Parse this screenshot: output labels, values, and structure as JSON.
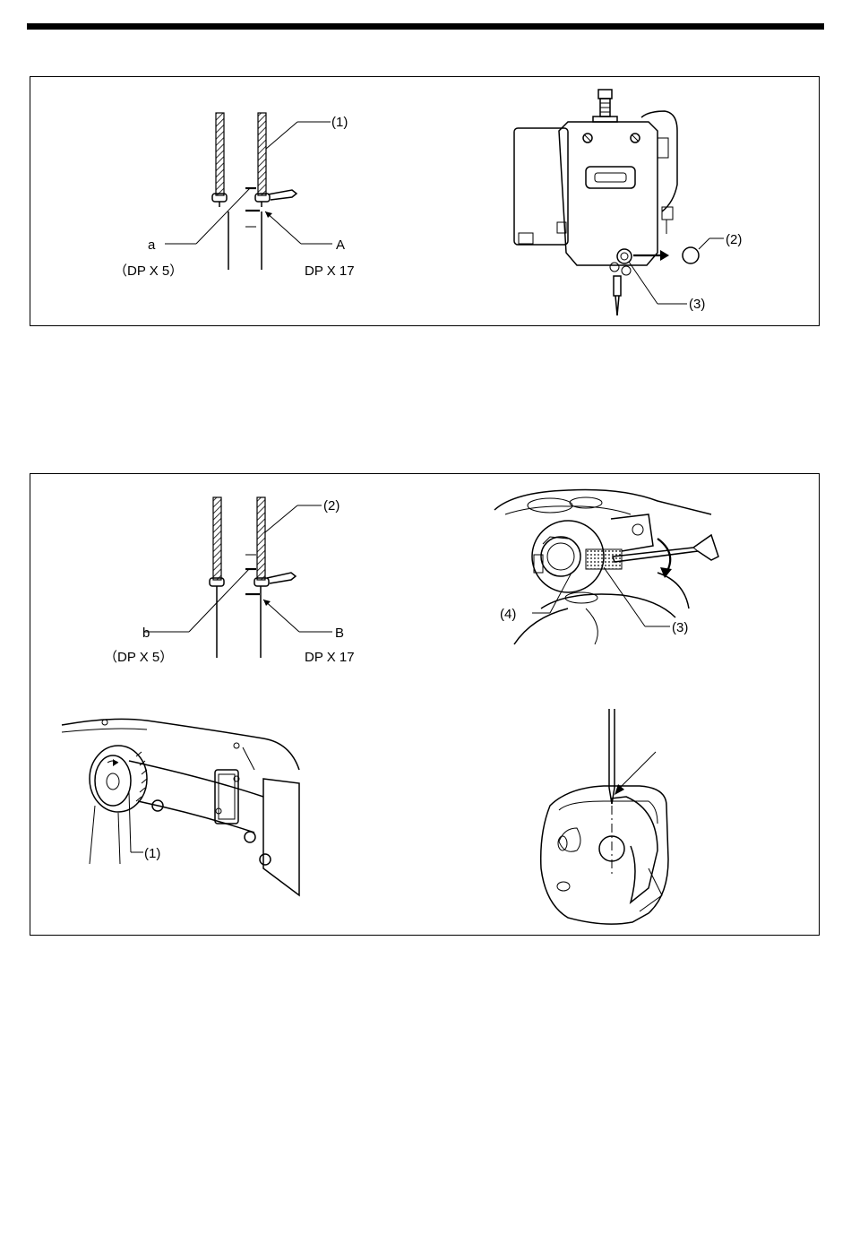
{
  "figure1": {
    "needle": {
      "callout_1": "(1)",
      "label_a": "a",
      "label_A": "A",
      "model_left": "（DP X 5）",
      "model_right": "DP X 17"
    },
    "machine_head": {
      "callout_2": "(2)",
      "callout_3": "(3)"
    }
  },
  "figure2": {
    "needle": {
      "callout_2": "(2)",
      "label_b": "b",
      "label_B": "B",
      "model_left": "（DP X 5）",
      "model_right": "DP X 17"
    },
    "hook": {
      "callout_4": "(4)",
      "callout_3": "(3)"
    },
    "pulley": {
      "callout_1": "(1)"
    }
  },
  "colors": {
    "line": "#000000",
    "background": "#ffffff"
  }
}
